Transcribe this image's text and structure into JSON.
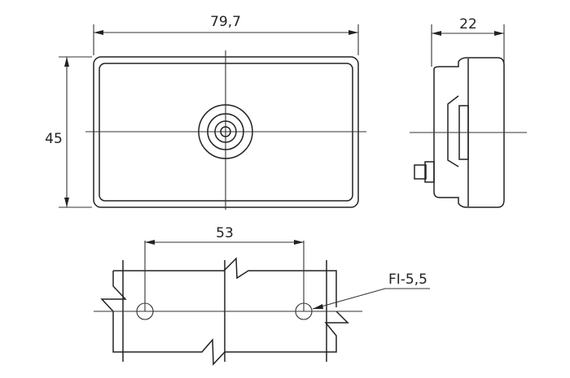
{
  "drawing": {
    "dimensions": {
      "width": "79,7",
      "height": "45",
      "depth": "22",
      "hole_spacing": "53",
      "hole_diameter": "FI-5,5"
    },
    "line_color": "#222222"
  }
}
